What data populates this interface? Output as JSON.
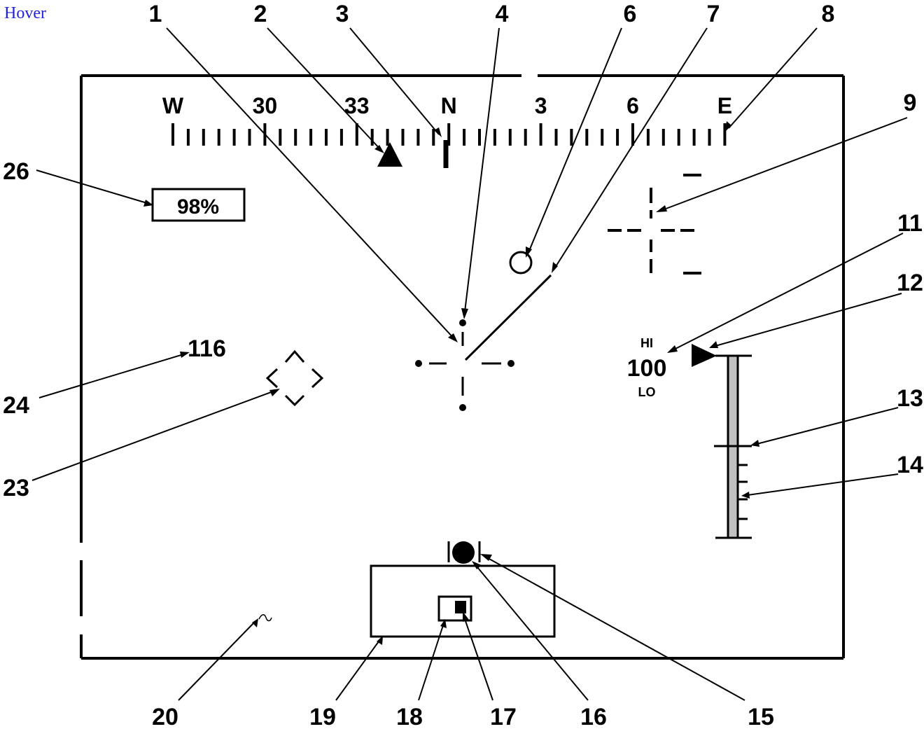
{
  "title": "Hover",
  "colors": {
    "title": "#2222dd",
    "ink": "#000000",
    "scale_fill": "#c0c0c0"
  },
  "compass": {
    "labels": [
      "W",
      "30",
      "33",
      "N",
      "3",
      "6",
      "E"
    ]
  },
  "hud": {
    "torque": "98%",
    "airspeed": "116",
    "radar_alt_hi": "HI",
    "radar_alt_value": "100",
    "radar_alt_lo": "LO"
  },
  "callouts": [
    "1",
    "2",
    "3",
    "4",
    "6",
    "7",
    "8",
    "9",
    "11",
    "12",
    "13",
    "14",
    "15",
    "16",
    "17",
    "18",
    "19",
    "20",
    "23",
    "24",
    "26"
  ]
}
